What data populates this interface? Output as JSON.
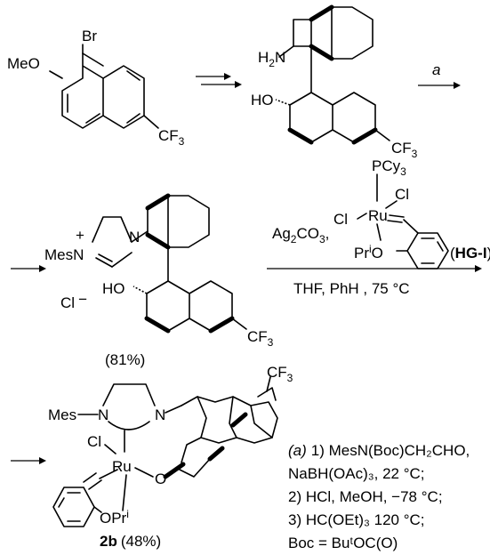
{
  "labels": {
    "br": "Br",
    "meo": "MeO",
    "cf3": "CF",
    "three": "3",
    "h2n": "H",
    "two": "2",
    "n": "N",
    "ho": "HO",
    "step_a": "a",
    "plus": "+",
    "mes_n": "MesN",
    "cl_minus": "Cl",
    "minus": "−",
    "yield_imid": "(81%)",
    "pcy": "PCy",
    "cl": "Cl",
    "ru": "Ru",
    "ag2co3": "Ag",
    "co3": "CO",
    "comma": ",",
    "pr_o": "Pr",
    "i_sup": "i",
    "o": "O",
    "hg_open": "(",
    "hg_name": "HG-I",
    "hg_close": ")",
    "conditions": "THF, PhH , 75 °C",
    "mes": "Mes",
    "opr": "OPr",
    "product_code": "2b",
    "product_yield": "(48%)"
  },
  "footnote": {
    "line1_label": "(a)",
    "line1": "1) MesN(Boc)CH₂CHO,",
    "line2": "NaBH(OAc)₃, 22 °C;",
    "line3": "2) HCl, MeOH, −78 °C;",
    "line4": "3) HC(OEt)₃ 120 °C;",
    "line5": "Boc = BuᵗOC(O)"
  }
}
